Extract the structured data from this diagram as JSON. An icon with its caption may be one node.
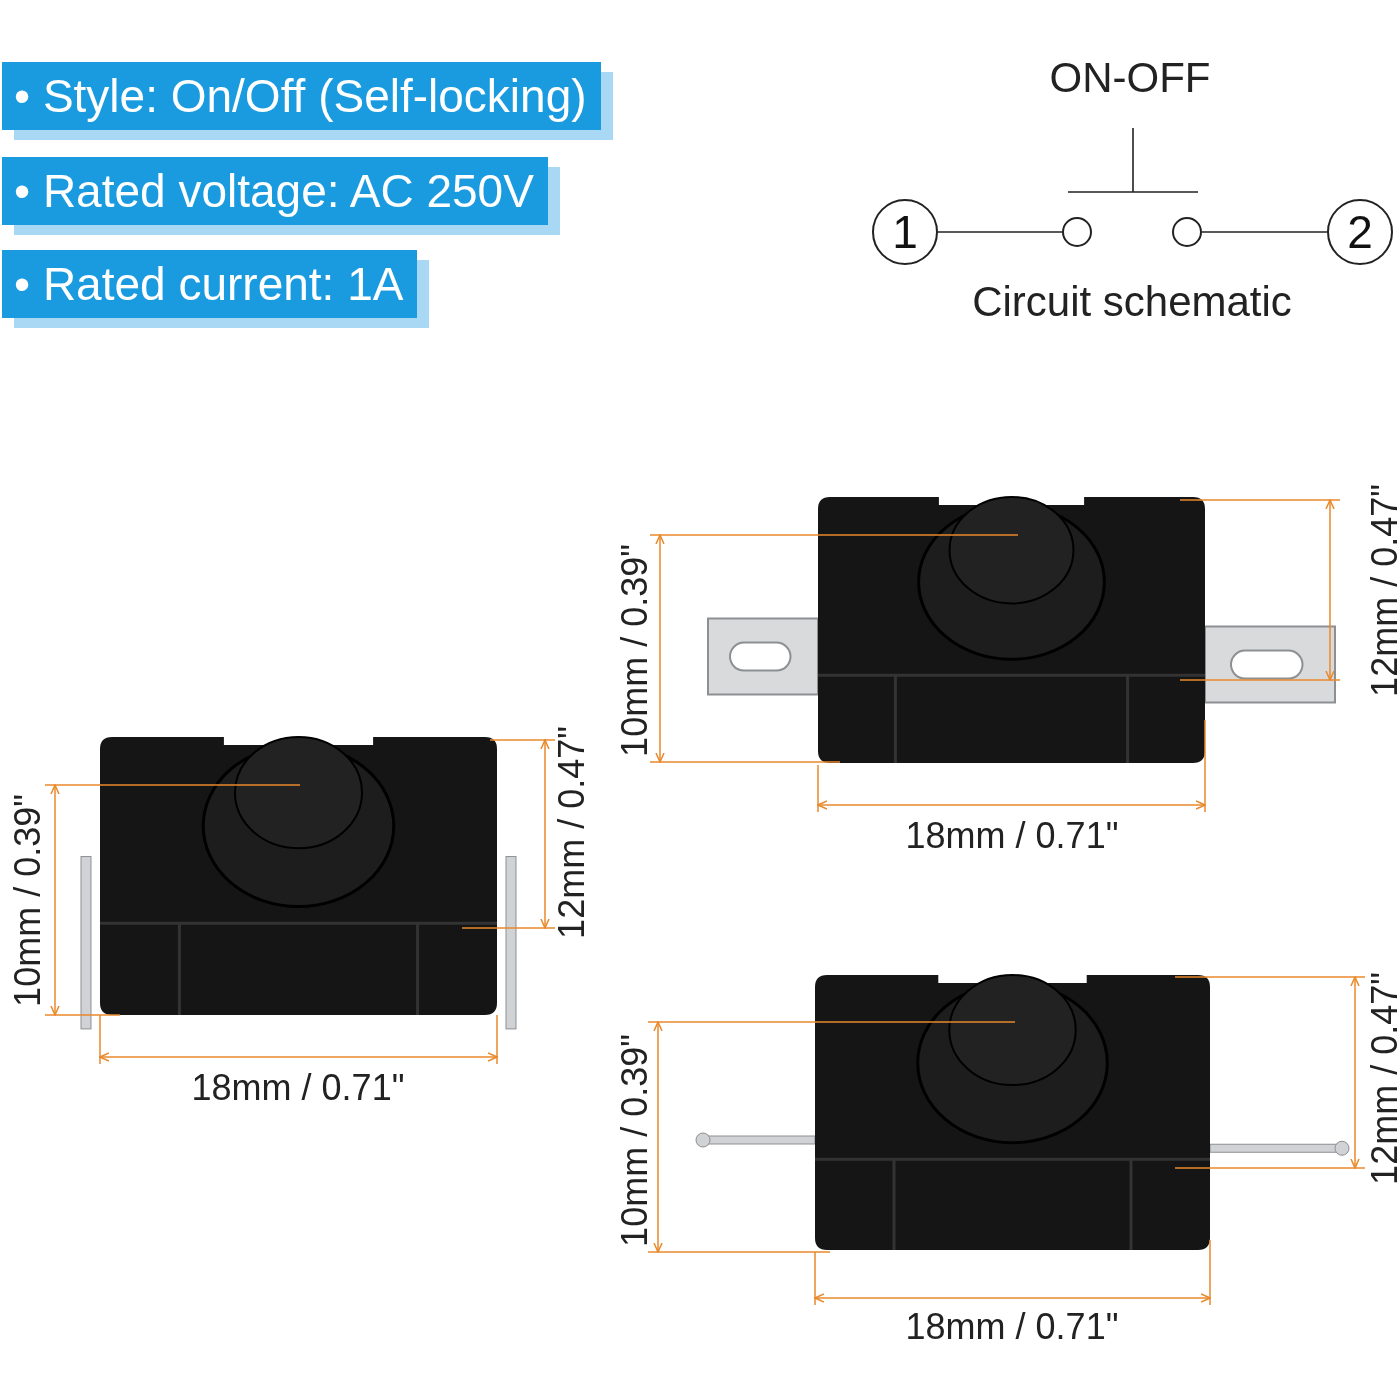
{
  "diagram": {
    "nodes": [
      {
        "text": [
          "• Style: On/Off (Self-locking)"
        ]
      },
      {
        "text": [
          "• Rated voltage: AC 250V"
        ]
      },
      {
        "text": [
          "• Rated current: 1A"
        ]
      },
      {
        "text": [
          "1"
        ]
      },
      {
        "text": [],
        "shape": "circle"
      },
      {
        "text": [],
        "shape": "circle"
      },
      {
        "text": [
          "2"
        ]
      }
    ],
    "edges": [
      {
        "from": 3,
        "to": 4,
        "arrow": "none"
      },
      {
        "from": 5,
        "to": 6,
        "arrow": "none"
      }
    ],
    "labels": [
      "ON-OFF",
      "Circuit schematic",
      "12mm / 0.47\"",
      "10mm / 0.39\"",
      "18mm / 0.71\"",
      "10mm / 0.39\"",
      "12mm / 0.47\"",
      "18mm / 0.71\"",
      "10mm / 0.39\"",
      "12mm / 0.47\"",
      "18mm / 0.71\""
    ]
  }
}
